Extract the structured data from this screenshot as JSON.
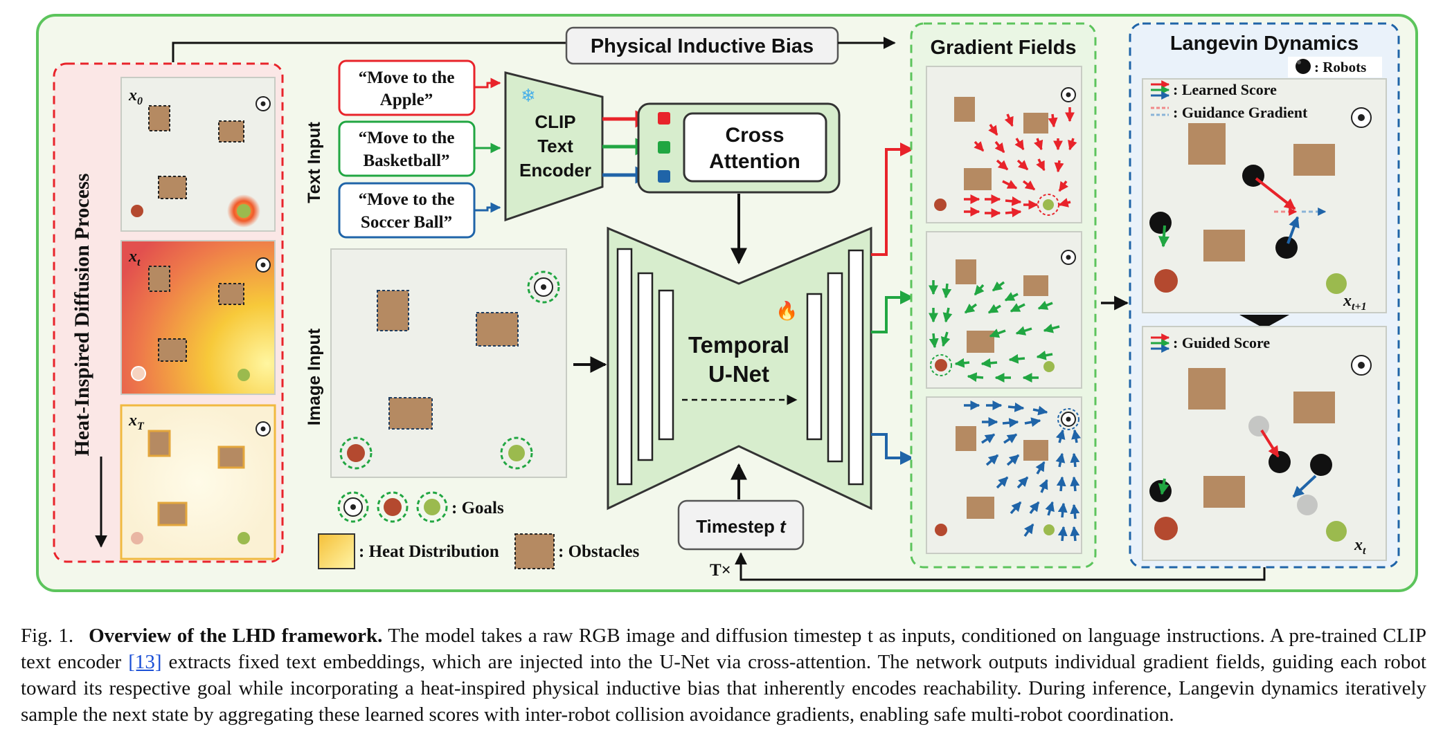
{
  "figure": {
    "physical_bias": "Physical Inductive Bias",
    "heat_title": "Heat-Inspired Diffusion Process",
    "x0": "x",
    "x0_sub": "0",
    "xt": "x",
    "xt_sub": "t",
    "xT": "x",
    "xT_sub": "T",
    "text_input": "Text Input",
    "image_input": "Image Input",
    "instr_apple": [
      "“Move to the",
      "Apple”"
    ],
    "instr_basket": [
      "“Move to the",
      "Basketball”"
    ],
    "instr_soccer": [
      "“Move to the",
      "Soccer Ball”"
    ],
    "clip": [
      "CLIP",
      "Text",
      "Encoder"
    ],
    "cross": [
      "Cross",
      "Attention"
    ],
    "unet": [
      "Temporal",
      "U-Net"
    ],
    "timestep": "Timestep",
    "timestep_var": "t",
    "tx": "T×",
    "goals": ": Goals",
    "heat_dist": ": Heat Distribution",
    "obstacles": ": Obstacles",
    "gradient_fields": "Gradient Fields",
    "langevin": "Langevin Dynamics",
    "robots": ": Robots",
    "learned_score": ": Learned Score",
    "guidance_gradient": ": Guidance Gradient",
    "guided_score": ": Guided Score",
    "xt1": "x",
    "xt1_sub": "t+1",
    "xt_out": "x",
    "xt_out_sub": "t",
    "colors": {
      "green_border": "#5cc45c",
      "red": "#e8232a",
      "green": "#21a642",
      "blue": "#1f64a8",
      "bg": "#f3f8ec"
    }
  },
  "caption": {
    "label": "Fig. 1.",
    "bold": "Overview of the LHD framework.",
    "text1": " The model takes a raw RGB image and diffusion timestep t as inputs, conditioned on language instructions. A pre-trained CLIP text encoder ",
    "ref": "[13]",
    "text2": " extracts fixed text embeddings, which are injected into the U-Net via cross-attention. The network outputs individual gradient fields, guiding each robot toward its respective goal while incorporating a heat-inspired physical inductive bias that inherently encodes reachability. During inference, Langevin dynamics iteratively sample the next state by aggregating these learned scores with inter-robot collision avoidance gradients, enabling safe multi-robot coordination."
  }
}
